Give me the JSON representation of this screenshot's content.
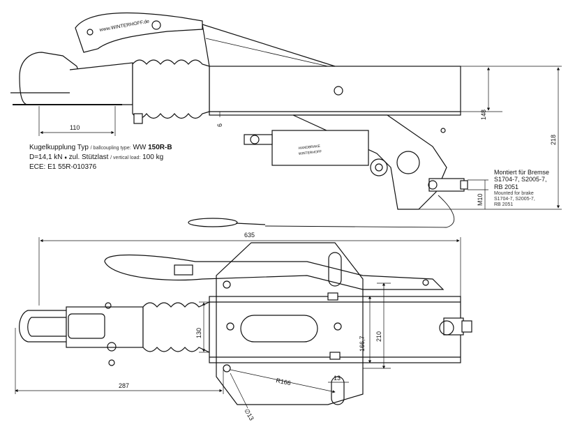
{
  "spec": {
    "title_prefix": "Kugelkupplung Typ",
    "title_en": "/ ballcoupling type:",
    "brand": "WW",
    "model": "150R-B",
    "load_d": "D=14,1 kN",
    "sep": "♦",
    "vertical_de": "zul. Stützlast",
    "vertical_en": "/ vertical load:",
    "vertical_value": "100 kg",
    "ece": "ECE: E1 55R-010376"
  },
  "mounted": {
    "de_title": "Montiert für Bremse",
    "de_line1": "S1704-7, S2005-7,",
    "de_line2": "RB 2051",
    "en_title": "Mounted for brake",
    "en_line1": "S1704-7, S2005-7,",
    "en_line2": "RB 2051"
  },
  "labels": {
    "brand_text": "www.WINTERHOFF.de",
    "damper_text1": "HANDBRAKE",
    "damper_text2": "WINTERHOFF"
  },
  "dimensions": {
    "d110": "110",
    "d6": "6",
    "d148": "148",
    "d218": "218",
    "dM10": "M10",
    "d635": "635",
    "d130": "130",
    "d166_7": "166,7",
    "d210": "210",
    "d287": "287",
    "dR166": "R166",
    "d13": "13",
    "d13_dia": "∅13"
  }
}
